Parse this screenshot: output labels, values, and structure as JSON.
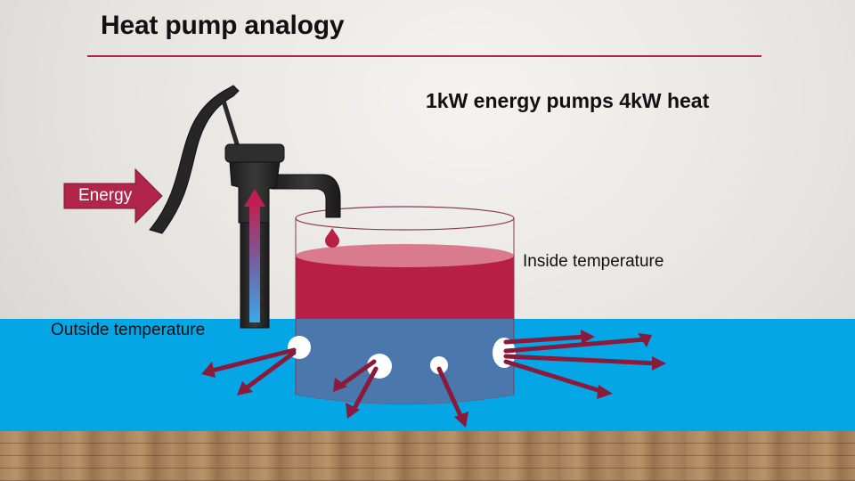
{
  "slide": {
    "title": "Heat pump analogy",
    "headline": "1kW energy pumps 4kW heat",
    "energy_label": "Energy",
    "inside_label": "Inside temperature",
    "outside_label": "Outside temperature"
  },
  "colors": {
    "accent": "#b2254a",
    "arrow": "#8b1a3a",
    "water_outside": "#05a6e6",
    "tank_water": "#b81f45",
    "tank_submerged": "#4a78ad",
    "pump": "#2a2a2a"
  },
  "icons": [
    "hand-pump-icon",
    "energy-arrow-icon",
    "water-drop-icon",
    "heat-flow-arrow-icon"
  ]
}
